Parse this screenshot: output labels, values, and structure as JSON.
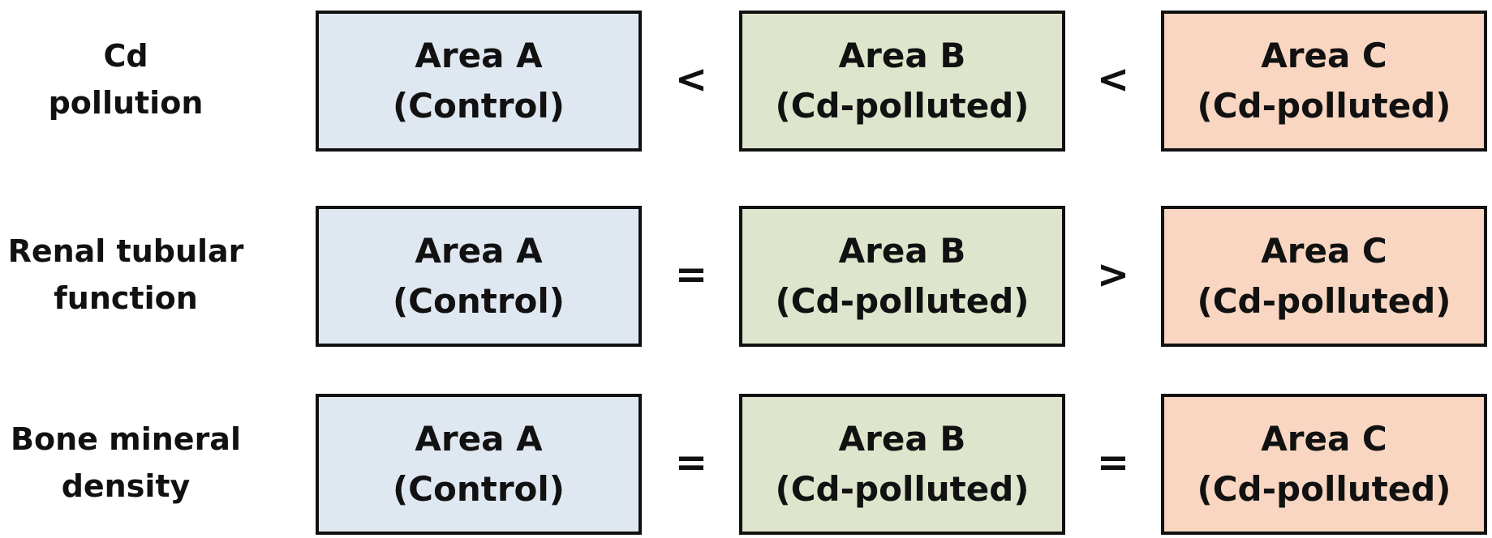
{
  "colors": {
    "area_a_fill": "#dfe7f1",
    "area_b_fill": "#dde6cc",
    "area_c_fill": "#f8d6c1",
    "border": "#111111"
  },
  "rows": [
    {
      "label_lines": [
        "Cd",
        "pollution"
      ],
      "boxes": [
        {
          "line1": "Area A",
          "line2": "(Control)"
        },
        {
          "line1": "Area B",
          "line2": "(Cd-polluted)"
        },
        {
          "line1": "Area C",
          "line2": "(Cd-polluted)"
        }
      ],
      "ops": [
        "<",
        "<"
      ]
    },
    {
      "label_lines": [
        "Renal tubular",
        "function"
      ],
      "boxes": [
        {
          "line1": "Area A",
          "line2": "(Control)"
        },
        {
          "line1": "Area B",
          "line2": "(Cd-polluted)"
        },
        {
          "line1": "Area C",
          "line2": "(Cd-polluted)"
        }
      ],
      "ops": [
        "=",
        ">"
      ]
    },
    {
      "label_lines": [
        "Bone mineral",
        "density"
      ],
      "boxes": [
        {
          "line1": "Area A",
          "line2": "(Control)"
        },
        {
          "line1": "Area B",
          "line2": "(Cd-polluted)"
        },
        {
          "line1": "Area C",
          "line2": "(Cd-polluted)"
        }
      ],
      "ops": [
        "=",
        "="
      ]
    }
  ]
}
